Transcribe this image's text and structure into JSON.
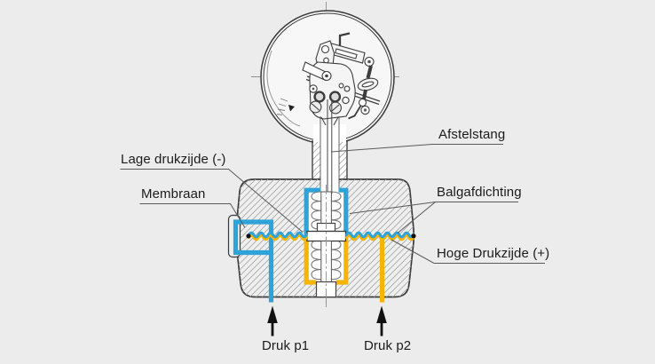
{
  "diagram": {
    "title": "differential-pressure-gauge-cross-section",
    "labels": {
      "afstelstang": "Afstelstang",
      "lage_drukzijde": "Lage drukzijde (-)",
      "membraan": "Membraan",
      "balgafdichting": "Balgafdichting",
      "hoge_drukzijde": "Hoge Drukzijde (+)",
      "druk_p1": "Druk p1",
      "druk_p2": "Druk p2"
    },
    "colors": {
      "low_pressure_blue": "#2da3da",
      "high_pressure_yellow": "#f7b500",
      "background": "#ececec",
      "outline": "#3a3a3a"
    }
  }
}
